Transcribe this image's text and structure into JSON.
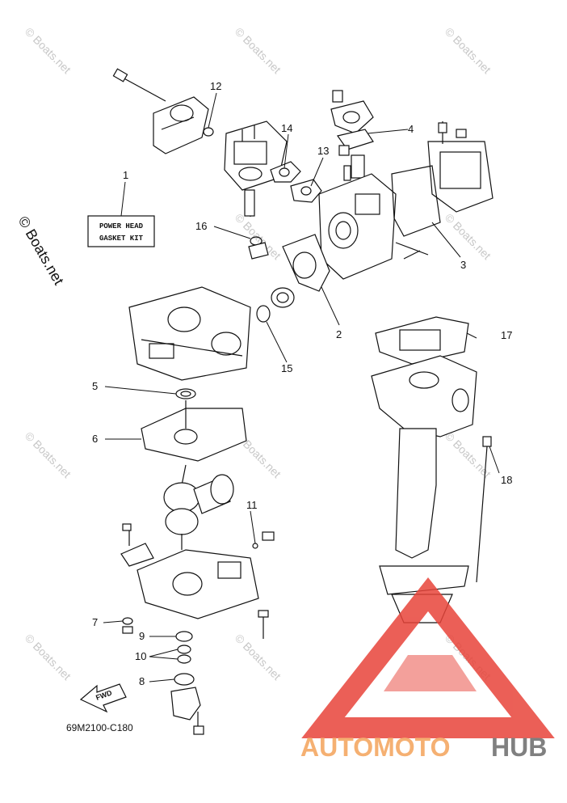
{
  "diagram": {
    "code": "69M2100-C180",
    "gasket_kit_label_line1": "POWER HEAD",
    "gasket_kit_label_line2": "GASKET KIT",
    "fwd_label": "FWD"
  },
  "callouts": [
    {
      "id": "1",
      "label": "1"
    },
    {
      "id": "2",
      "label": "2"
    },
    {
      "id": "3",
      "label": "3"
    },
    {
      "id": "4",
      "label": "4"
    },
    {
      "id": "5",
      "label": "5"
    },
    {
      "id": "6",
      "label": "6"
    },
    {
      "id": "7",
      "label": "7"
    },
    {
      "id": "8",
      "label": "8"
    },
    {
      "id": "9",
      "label": "9"
    },
    {
      "id": "10",
      "label": "10"
    },
    {
      "id": "11",
      "label": "11"
    },
    {
      "id": "12",
      "label": "12"
    },
    {
      "id": "13",
      "label": "13"
    },
    {
      "id": "14",
      "label": "14"
    },
    {
      "id": "15",
      "label": "15"
    },
    {
      "id": "16",
      "label": "16"
    },
    {
      "id": "17",
      "label": "17"
    },
    {
      "id": "18",
      "label": "18"
    }
  ],
  "watermark": {
    "text": "© Boats.net",
    "side_text": "© Boats.net"
  },
  "brand": {
    "logo_text_auto": "AUTOMOTO",
    "logo_text_hub": "HUB",
    "color_orange": "#f4a35a",
    "color_red": "#e8443a",
    "color_gray": "#6b6b6b"
  }
}
